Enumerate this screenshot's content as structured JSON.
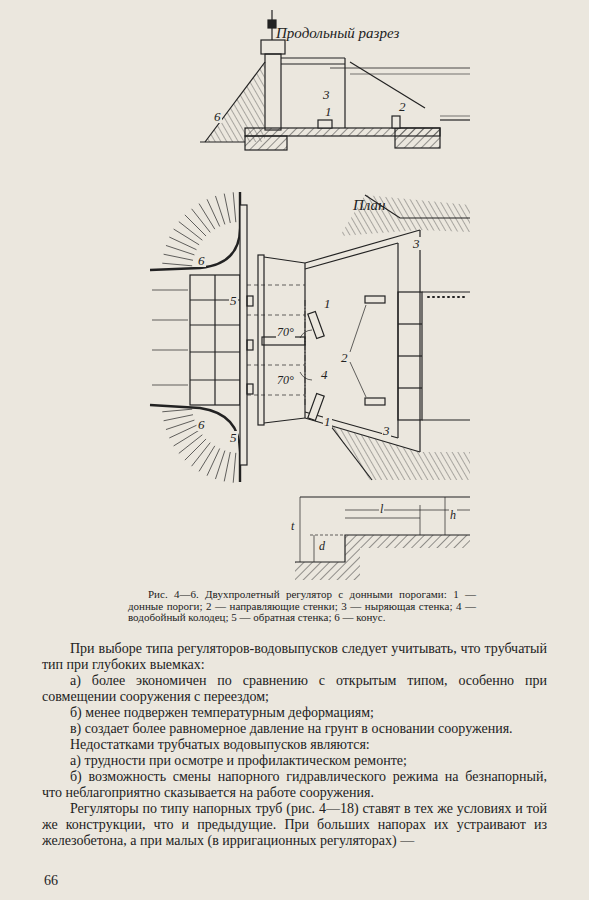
{
  "diagram": {
    "caption": "Рис. 4—6. Двухпролетный регулятор с донными порогами: 1 — донные пороги; 2 — направляющие стенки; 3 — ныряющая стенка; 4 — водобойный колодец; 5 — обратная стенка; 6 — конус.",
    "labels": [
      "Продольный разрез",
      "3",
      "1",
      "2",
      "6",
      "План",
      "6",
      "5",
      "1",
      "70°",
      "70°",
      "2",
      "4",
      "1",
      "3",
      "3",
      "5",
      "6",
      "l",
      "h",
      "t",
      "d",
      "При выборе типа регуляторов-водовыпусков следует учитывать, что трубчатый тип при глубоких выемках:",
      "а) более экономичен по сравнению с открытым типом, особенно при совмещении сооружения с переездом;",
      "б) менее подвержен температурным деформациям;",
      "в) создает более равномерное давление на грунт в основании сооружения.",
      "Недостатками трубчатых водовыпусков являются:",
      "а) трудности при осмотре и профилактическом ремонте;",
      "б) возможность смены напорного гидравлического режима на безнапорный, что неблагоприятно сказывается на работе сооружения.",
      "Регуляторы по типу напорных труб (рис. 4—18) ставят в тех же условиях и той же конструкции, что и предыдущие. При больших напорах их устраивают из железобетона, а при малых (в ирригационных регуляторах) —",
      "66"
    ]
  }
}
